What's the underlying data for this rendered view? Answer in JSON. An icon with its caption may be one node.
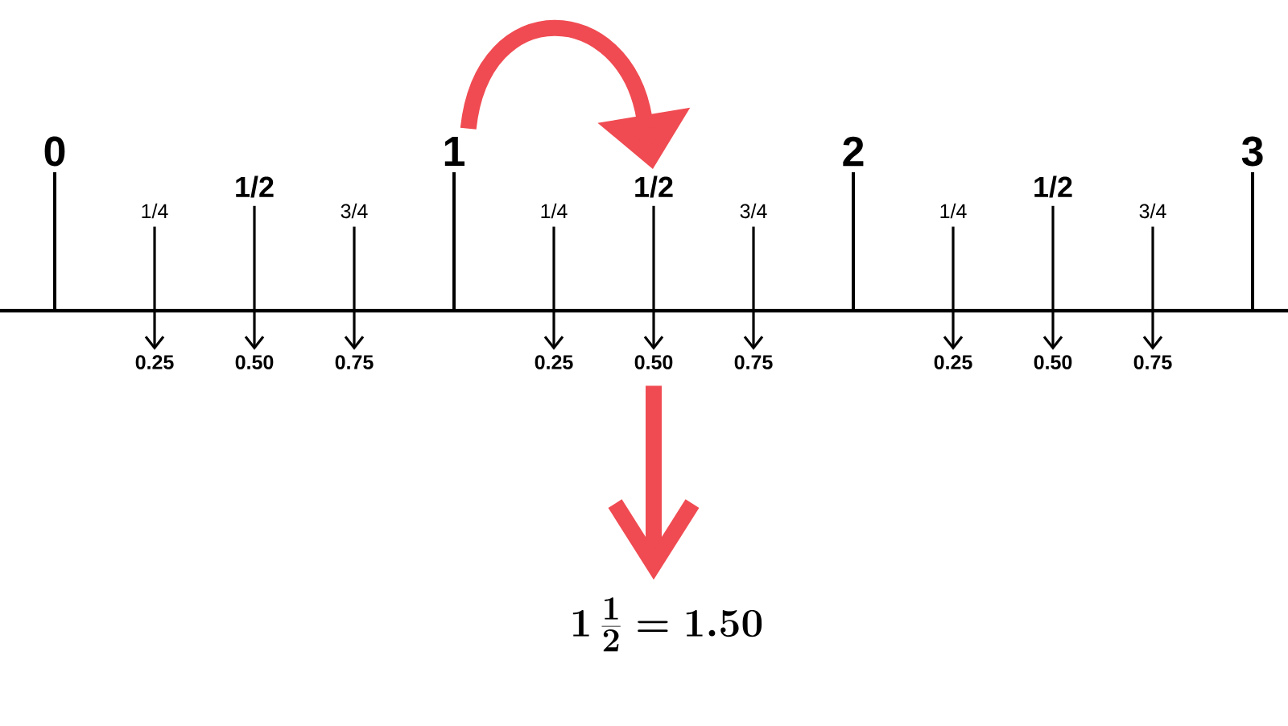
{
  "diagram": {
    "nodes": [
      {
        "text": [
          "1"
        ]
      },
      {
        "text": [
          "1/4"
        ]
      },
      {
        "text": [
          "1/2"
        ]
      },
      {
        "text": [
          "3/4"
        ]
      },
      {
        "text": [
          "1/4"
        ]
      },
      {
        "text": [
          "1/2"
        ]
      },
      {
        "text": [
          "3/4"
        ]
      },
      {
        "text": [
          "1/4"
        ]
      },
      {
        "text": [
          "1/2"
        ]
      },
      {
        "text": [
          "3/4"
        ]
      },
      {
        "text": [
          "0.25"
        ]
      },
      {
        "text": [
          "0.50"
        ]
      },
      {
        "text": [
          "0.75"
        ]
      },
      {
        "text": [
          "0.25"
        ]
      },
      {
        "text": [
          "0.50"
        ]
      },
      {
        "text": [
          "0.75"
        ]
      },
      {
        "text": [
          "0.25"
        ]
      },
      {
        "text": [
          "0.50"
        ]
      },
      {
        "text": [
          "0.75"
        ]
      },
      {
        "text": [
          "1\\,\\frac{1}{2} = 1.50"
        ]
      }
    ],
    "edges": [
      {
        "from": 1,
        "to": 10,
        "arrow": "to"
      },
      {
        "from": 2,
        "to": 11,
        "arrow": "to"
      },
      {
        "from": 3,
        "to": 12,
        "arrow": "to"
      },
      {
        "from": 4,
        "to": 13,
        "arrow": "to"
      },
      {
        "from": 5,
        "to": 14,
        "arrow": "to"
      },
      {
        "from": 6,
        "to": 15,
        "arrow": "to"
      },
      {
        "from": 7,
        "to": 16,
        "arrow": "to"
      },
      {
        "from": 8,
        "to": 17,
        "arrow": "to"
      },
      {
        "from": 9,
        "to": 18,
        "arrow": "to"
      },
      {
        "from": 0,
        "to": 5,
        "arrow": "to",
        "style": "thick",
        "color": "#f04b52"
      },
      {
        "from": 14,
        "to": 19,
        "arrow": "to",
        "style": "thick",
        "color": "#f04b52"
      }
    ],
    "labels": [
      "0",
      "2",
      "3"
    ]
  }
}
